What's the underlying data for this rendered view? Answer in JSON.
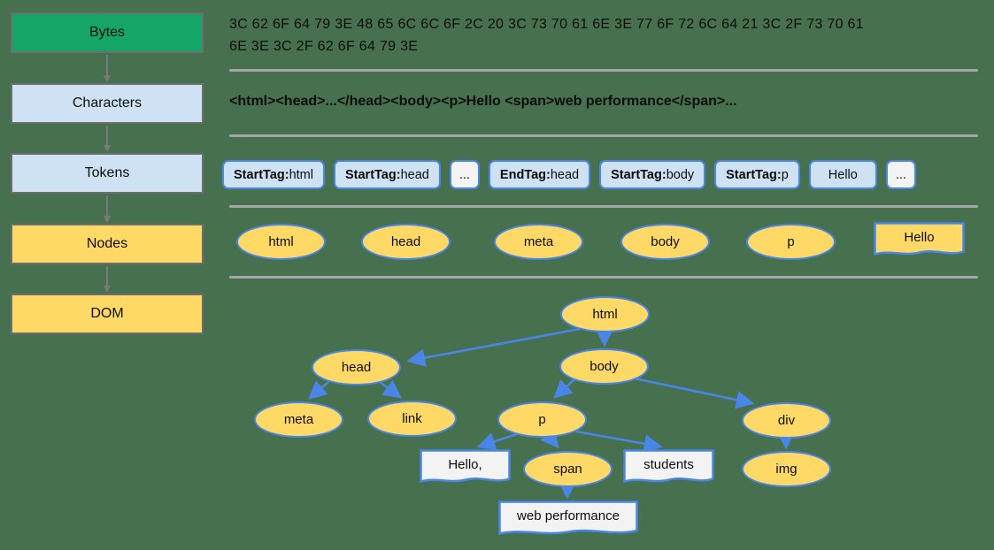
{
  "colors": {
    "background": "#47704E",
    "stage_green": "#15A567",
    "stage_blue": "#CFE2F3",
    "stage_yellow": "#FFD966",
    "node_border_blue": "#4A86E8",
    "node_fill_yellow": "#FFD966",
    "flag_fill_white": "#F3F3F3",
    "divider_gray": "#A6A6A6",
    "stage_border_gray": "#6E6E6E"
  },
  "pipeline": {
    "stages": [
      {
        "label": "Bytes"
      },
      {
        "label": "Characters"
      },
      {
        "label": "Tokens"
      },
      {
        "label": "Nodes"
      },
      {
        "label": "DOM"
      }
    ]
  },
  "bytes_row": {
    "lines": [
      "3C 62 6F 64 79 3E 48 65 6C 6C 6F 2C 20 3C 73 70 61 6E 3E 77 6F 72 6C 64 21 3C 2F 73 70 61",
      "6E 3E 3C 2F 62 6F 64 79 3E"
    ]
  },
  "characters_row": {
    "text": "<html><head>...</head><body><p>Hello <span>web performance</span>..."
  },
  "tokens_row": {
    "items": [
      {
        "prefix": "StartTag:",
        "value": " html"
      },
      {
        "prefix": "StartTag:",
        "value": " head"
      },
      {
        "prefix": "",
        "value": "..."
      },
      {
        "prefix": "EndTag:",
        "value": " head"
      },
      {
        "prefix": "StartTag:",
        "value": " body"
      },
      {
        "prefix": "StartTag:",
        "value": " p"
      },
      {
        "prefix": "",
        "value": "Hello"
      },
      {
        "prefix": "",
        "value": "..."
      }
    ]
  },
  "nodes_row": {
    "items": [
      "html",
      "head",
      "meta",
      "body",
      "p",
      "Hello"
    ]
  },
  "dom_tree": {
    "nodes": {
      "html": "html",
      "head": "head",
      "body": "body",
      "meta": "meta",
      "link": "link",
      "p": "p",
      "div": "div",
      "img": "img",
      "hello": "Hello,",
      "span": "span",
      "students": "students",
      "web_performance": "web performance"
    },
    "edges": [
      "html->head",
      "html->body",
      "head->meta",
      "head->link",
      "body->p",
      "body->div",
      "p->hello",
      "p->span",
      "p->students",
      "span->web_performance",
      "div->img"
    ]
  }
}
